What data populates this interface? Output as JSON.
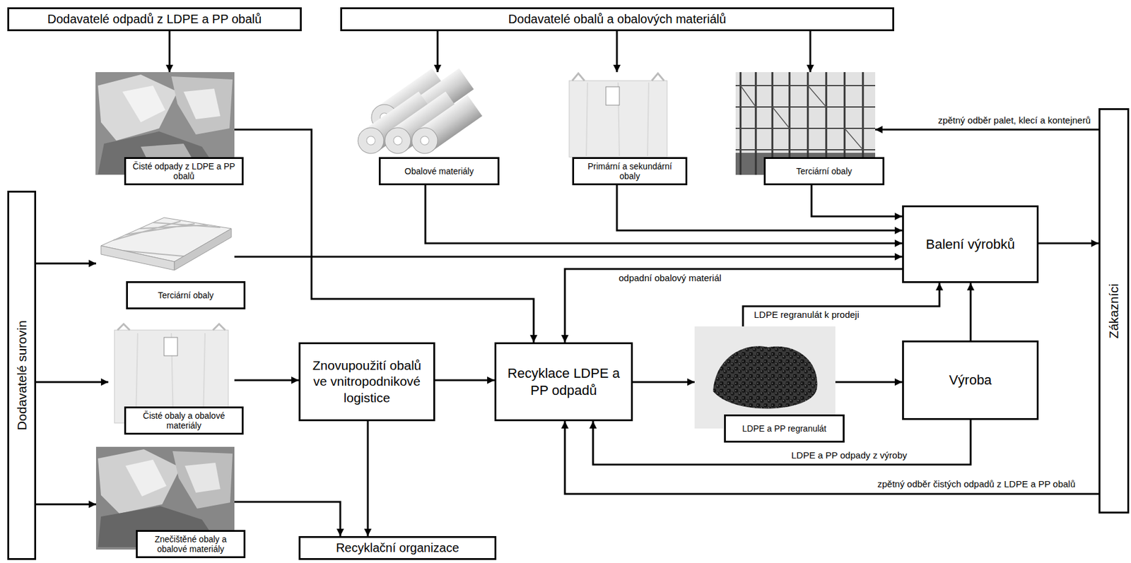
{
  "diagram": {
    "nodes": [
      {
        "text": [
          "Dodavatelé odpadů z LDPE a PP obalů"
        ]
      },
      {
        "text": [
          "Dodavatelé obalů a obalových materiálů"
        ]
      },
      {
        "text": [
          "Čisté odpady z LDPE a PP obalů"
        ]
      },
      {
        "text": [
          "Obalové materiály"
        ]
      },
      {
        "text": [
          "Primární a sekundární obaly"
        ]
      },
      {
        "text": [
          "Terciární obaly"
        ]
      },
      {
        "text": [
          "Dodavatelé surovin"
        ]
      },
      {
        "text": [
          "Terciární obaly"
        ]
      },
      {
        "text": [
          "Balení výrobků"
        ]
      },
      {
        "text": [
          "Zákazníci"
        ]
      },
      {
        "text": [
          "Čisté obaly a obalové materiály"
        ]
      },
      {
        "text": [
          "Znovupoužití obalů ve vnitropodnikové logistice"
        ]
      },
      {
        "text": [
          "Recyklace LDPE a PP odpadů"
        ]
      },
      {
        "text": [
          "LDPE a PP regranulát"
        ]
      },
      {
        "text": [
          "Výroba"
        ]
      },
      {
        "text": [
          "Znečištěné obaly a obalové materiály"
        ]
      },
      {
        "text": [
          "Recyklační organizace"
        ]
      }
    ],
    "edges": [
      {
        "from": 0,
        "to": 2,
        "arrow": "to"
      },
      {
        "from": 1,
        "to": 3,
        "arrow": "to"
      },
      {
        "from": 1,
        "to": 4,
        "arrow": "to"
      },
      {
        "from": 1,
        "to": 5,
        "arrow": "to"
      },
      {
        "from": 9,
        "to": 5,
        "label": "zpětný odběr palet, klecí a kontejnerů",
        "arrow": "to"
      },
      {
        "from": 3,
        "to": 8,
        "arrow": "to"
      },
      {
        "from": 4,
        "to": 8,
        "arrow": "to"
      },
      {
        "from": 5,
        "to": 8,
        "arrow": "to"
      },
      {
        "from": 7,
        "to": 8,
        "arrow": "to"
      },
      {
        "from": 2,
        "to": 12,
        "arrow": "to"
      },
      {
        "from": 6,
        "to": 7,
        "arrow": "to"
      },
      {
        "from": 6,
        "to": 10,
        "arrow": "to"
      },
      {
        "from": 6,
        "to": 15,
        "arrow": "to"
      },
      {
        "from": 8,
        "to": 12,
        "label": "odpadní obalový materiál",
        "arrow": "to"
      },
      {
        "from": 8,
        "to": 9,
        "arrow": "to"
      },
      {
        "from": 10,
        "to": 11,
        "arrow": "to"
      },
      {
        "from": 11,
        "to": 12,
        "arrow": "to"
      },
      {
        "from": 11,
        "to": 16,
        "arrow": "to"
      },
      {
        "from": 15,
        "to": 16,
        "arrow": "to"
      },
      {
        "from": 12,
        "to": 13,
        "arrow": "to"
      },
      {
        "from": 13,
        "to": 14,
        "arrow": "to"
      },
      {
        "from": 13,
        "to": 8,
        "label": "LDPE regranulát k prodeji",
        "arrow": "to"
      },
      {
        "from": 14,
        "to": 8,
        "arrow": "to"
      },
      {
        "from": 14,
        "to": 12,
        "label": "LDPE a PP odpady z výroby",
        "arrow": "to"
      },
      {
        "from": 9,
        "to": 12,
        "label": "zpětný odběr čistých odpadů z LDPE a PP obalů",
        "arrow": "to"
      }
    ]
  }
}
